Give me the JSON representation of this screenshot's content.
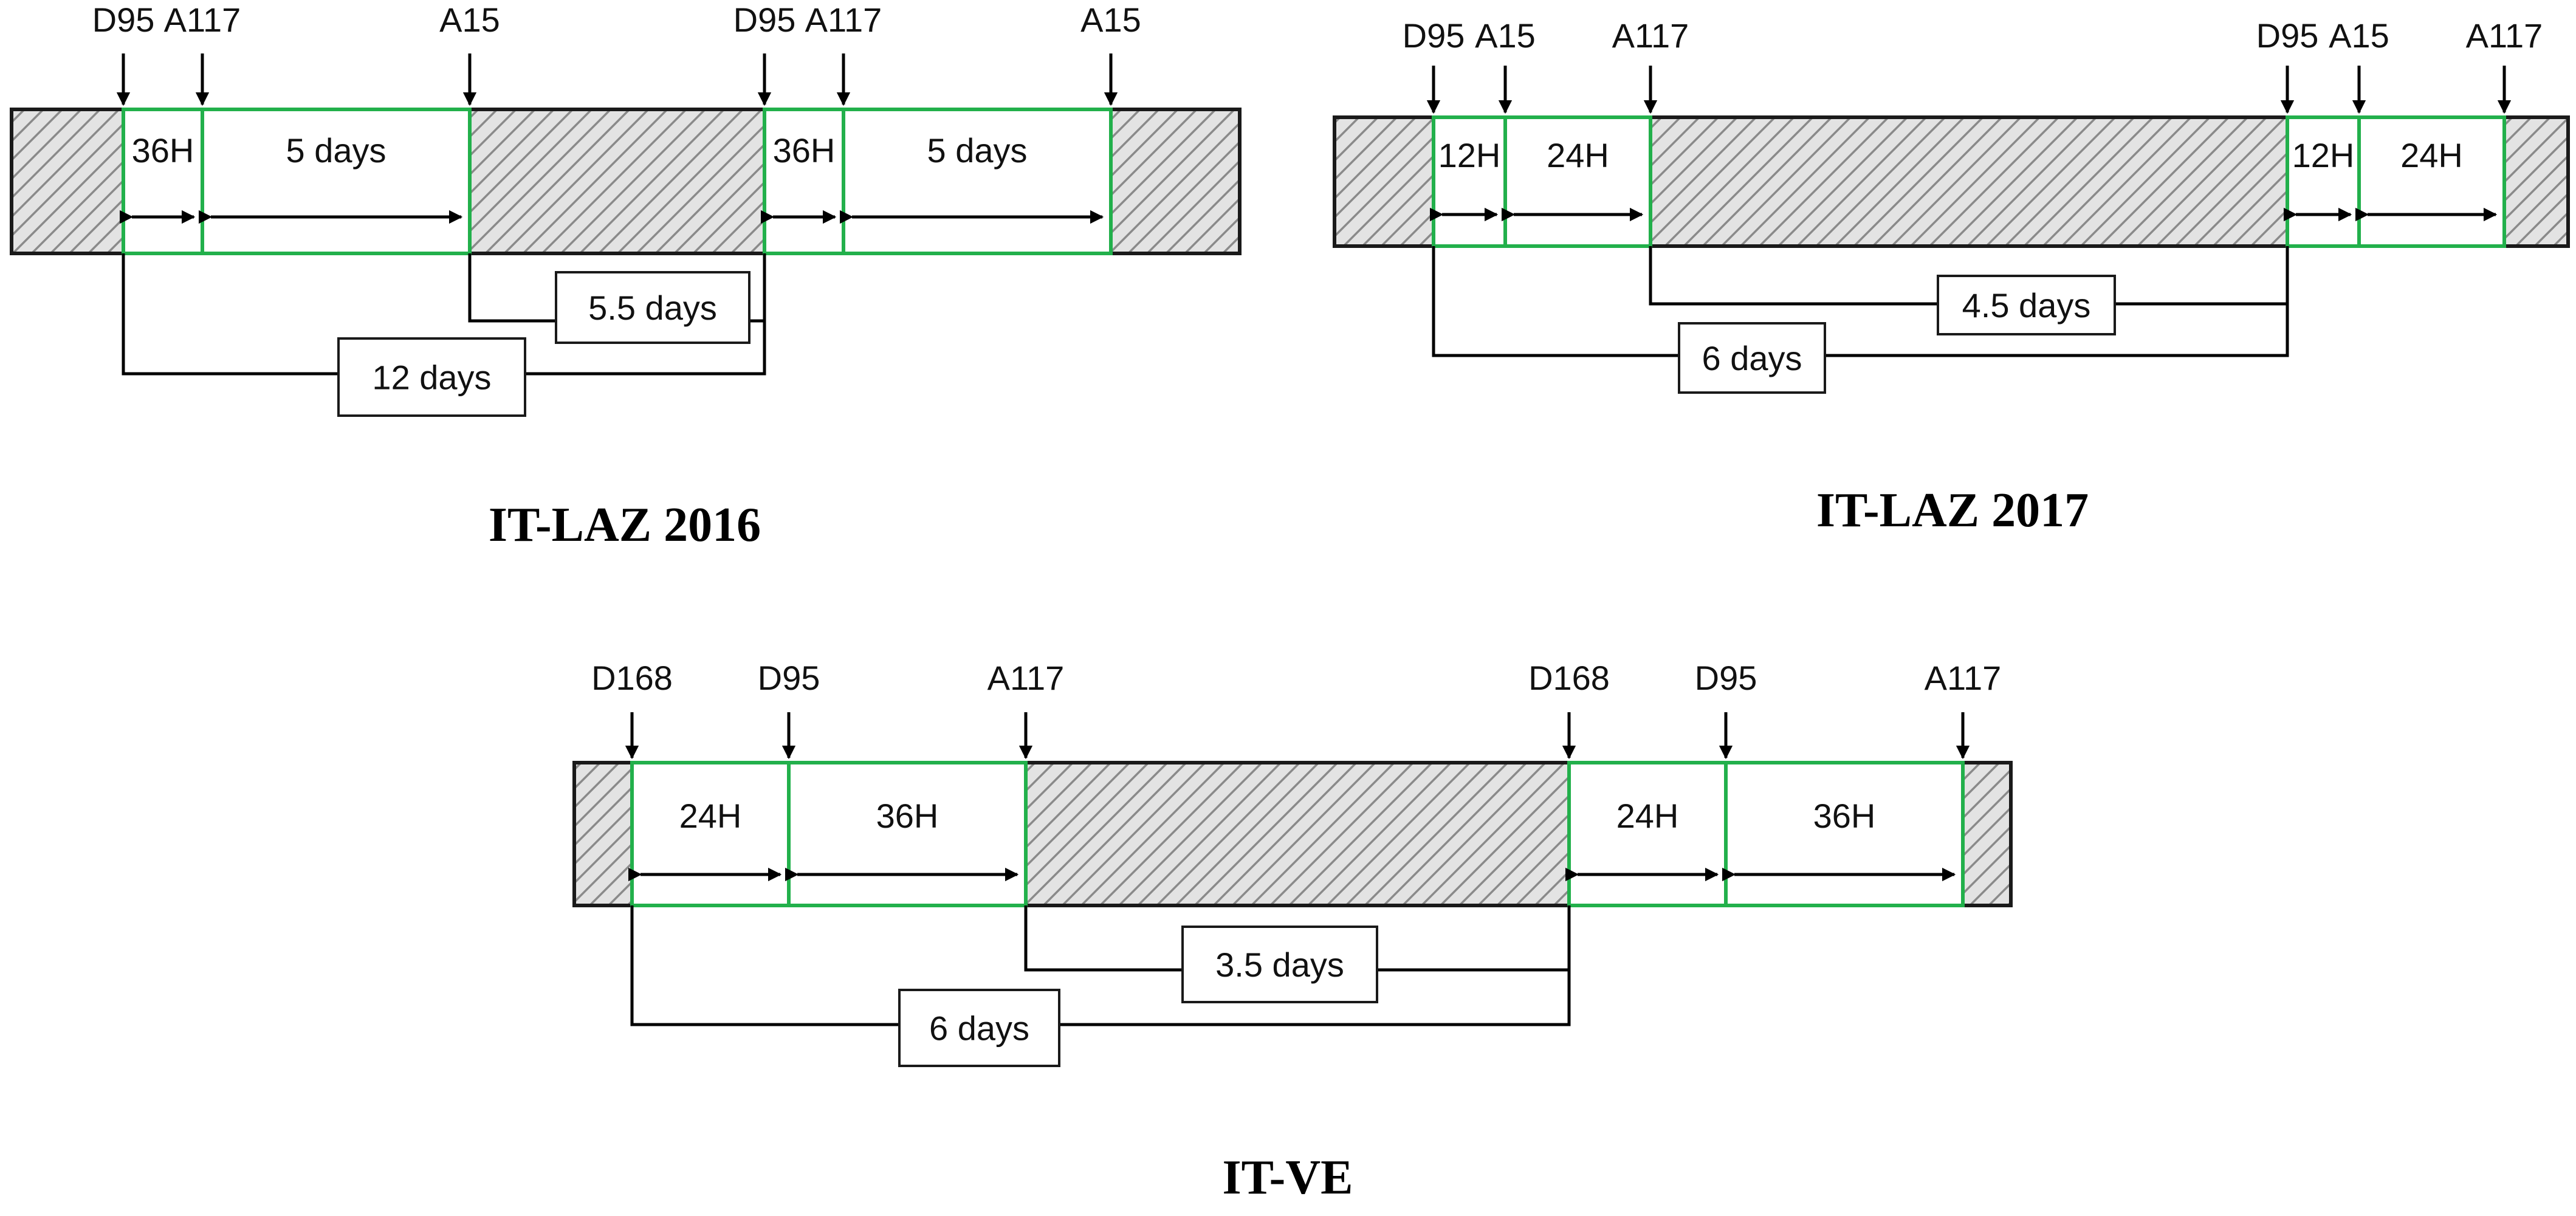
{
  "panels": [
    {
      "title": "IT-LAZ 2016",
      "markers": [
        "D95",
        "A117",
        "A15",
        "D95",
        "A117",
        "A15"
      ],
      "durations": [
        "36H",
        "5 days",
        "36H",
        "5 days"
      ],
      "brackets": [
        "5.5 days",
        "12 days"
      ]
    },
    {
      "title": "IT-LAZ 2017",
      "markers": [
        "D95",
        "A15",
        "A117",
        "D95",
        "A15",
        "A117"
      ],
      "durations": [
        "12H",
        "24H",
        "12H",
        "24H"
      ],
      "brackets": [
        "4.5 days",
        "6 days"
      ]
    },
    {
      "title": "IT-VE",
      "markers": [
        "D168",
        "D95",
        "A117",
        "D168",
        "D95",
        "A117"
      ],
      "durations": [
        "24H",
        "36H",
        "24H",
        "36H"
      ],
      "brackets": [
        "3.5 days",
        "6 days"
      ]
    }
  ],
  "colors": {
    "window_border": "#22b04b",
    "hatch": "#8a8a8a",
    "hatch_background": "#e3e3e3",
    "text": "#111111"
  }
}
